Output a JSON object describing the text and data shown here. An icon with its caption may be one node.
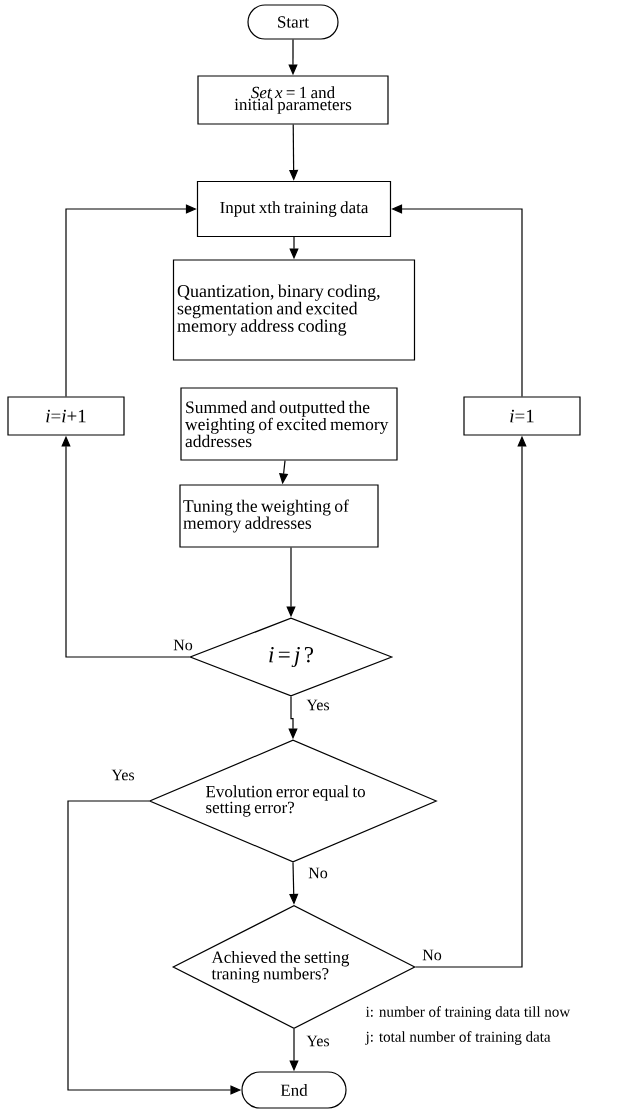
{
  "diagram": {
    "nodes": [
      {
        "text": [
          "Start"
        ]
      },
      {
        "text": [
          "*Set x* = 1 and initial parameters"
        ]
      },
      {
        "text": [
          "Input xth training data"
        ]
      },
      {
        "text": [
          "Quantization, binary coding, segmentation and excited memory address coding"
        ]
      },
      {
        "text": [
          "*i*=*i*+1"
        ]
      },
      {
        "text": [
          "Summed and outputted the weighting of excited memory addresses"
        ]
      },
      {
        "text": [
          "*i*=1"
        ]
      },
      {
        "text": [
          "Tuning the weighting of memory addresses"
        ]
      },
      {
        "text": [
          "*i* = *j* ?"
        ]
      },
      {
        "text": [
          "Evolution  error equal to setting error?"
        ]
      },
      {
        "text": [
          "Achieved the setting traning numbers?"
        ]
      },
      {
        "text": [
          "End"
        ]
      }
    ],
    "edges": [
      {
        "from": 0,
        "to": 1,
        "arrow": "to"
      },
      {
        "from": 1,
        "to": 2,
        "arrow": "to"
      },
      {
        "from": 2,
        "to": 3,
        "arrow": "to"
      },
      {
        "from": 5,
        "to": 7,
        "arrow": "to"
      },
      {
        "from": 7,
        "to": 8,
        "arrow": "to"
      },
      {
        "from": 8,
        "to": 4,
        "arrow": "to",
        "label": "No"
      },
      {
        "from": 4,
        "to": 2,
        "arrow": "to"
      },
      {
        "from": 8,
        "to": 9,
        "arrow": "to",
        "label": "Yes"
      },
      {
        "from": 9,
        "to": 11,
        "arrow": "to",
        "label": "Yes"
      },
      {
        "from": 9,
        "to": 10,
        "arrow": "to",
        "label": "No"
      },
      {
        "from": 10,
        "to": 11,
        "arrow": "to",
        "label": "Yes"
      },
      {
        "from": 10,
        "to": 6,
        "arrow": "to",
        "label": "No"
      },
      {
        "from": 6,
        "to": 2,
        "arrow": "to"
      }
    ],
    "labels": [
      "i: number of training data till now",
      "j: total number of training data"
    ]
  }
}
